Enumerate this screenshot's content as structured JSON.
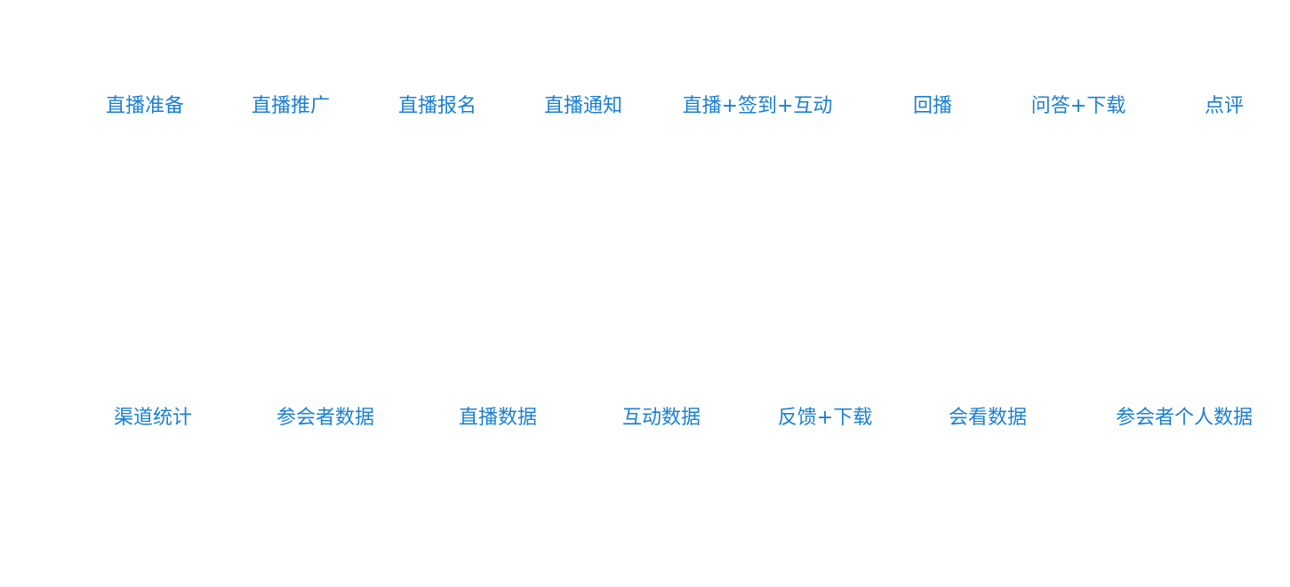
{
  "accent_color": "#1a7fd4",
  "row1": [
    "直播准备",
    "直播推广",
    "直播报名",
    "直播通知",
    "直播+签到+互动",
    "回播",
    "问答+下载",
    "点评"
  ],
  "row2": [
    "渠道统计",
    "参会者数据",
    "直播数据",
    "互动数据",
    "反馈+下载",
    "会看数据",
    "参会者个人数据"
  ]
}
